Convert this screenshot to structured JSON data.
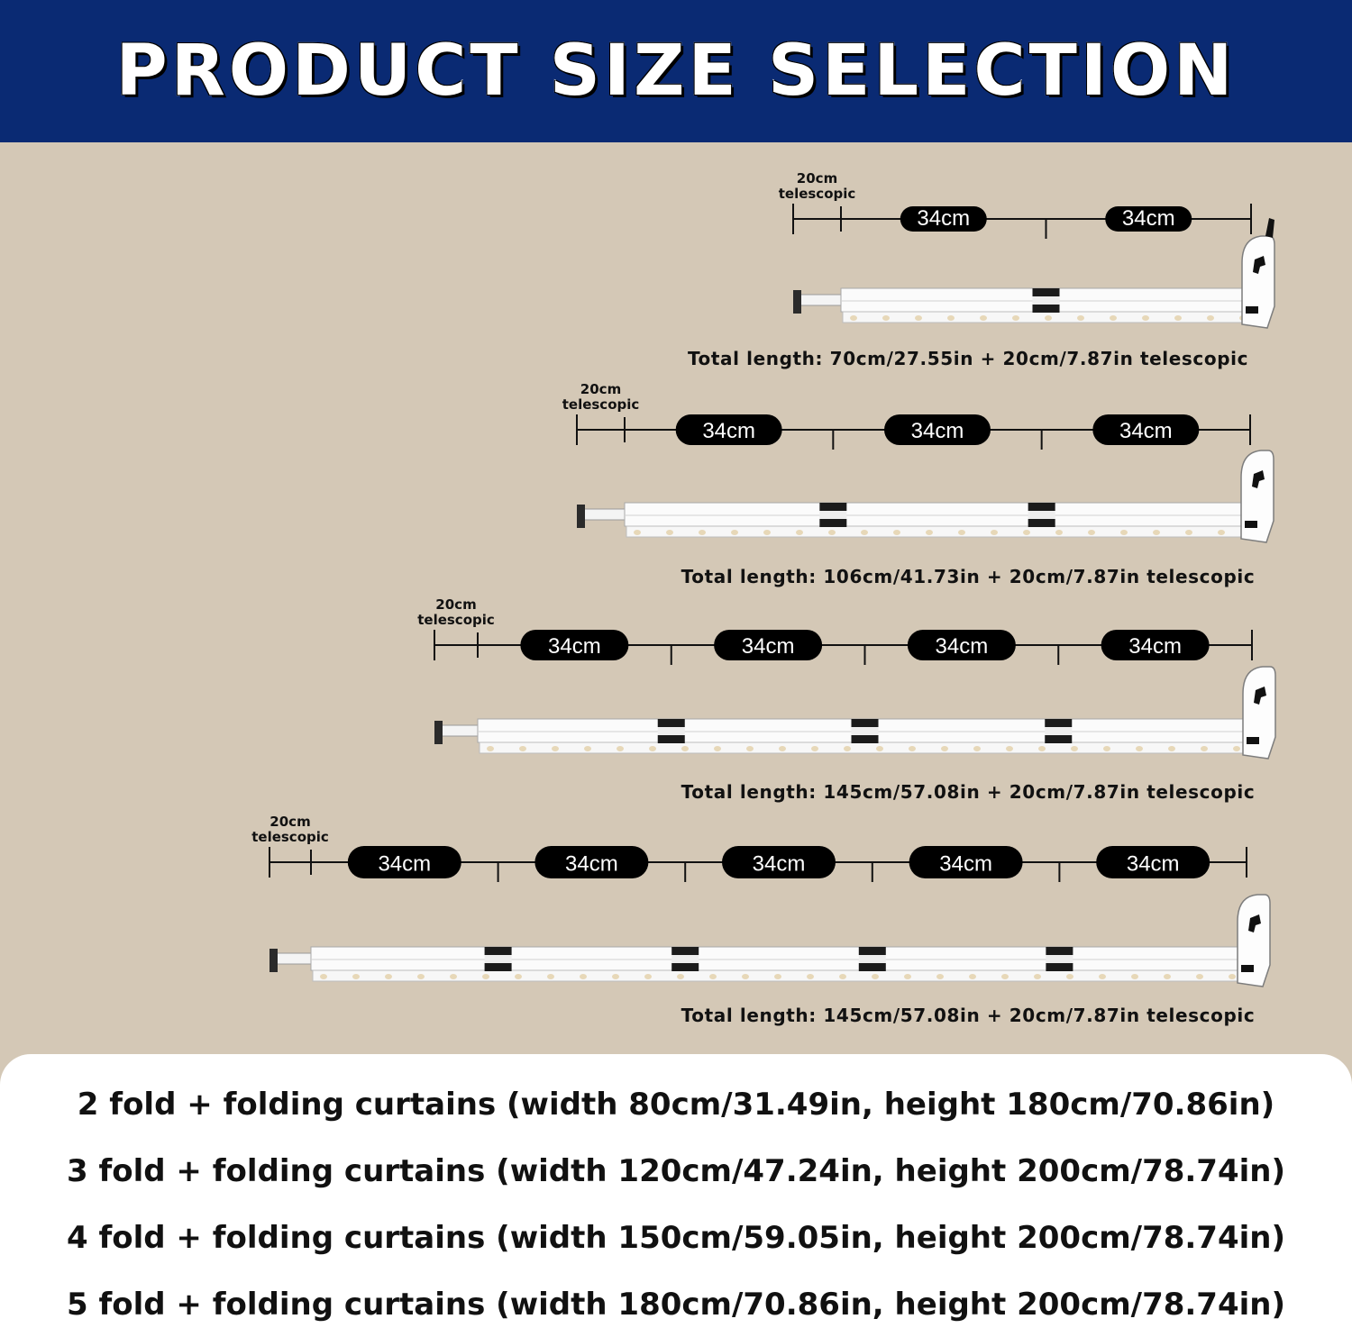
{
  "header": {
    "title": "PRODUCT SIZE SELECTION"
  },
  "colors": {
    "banner": "#0a2a73",
    "background": "#d4c8b6",
    "panel": "#ffffff",
    "pill": "#000000"
  },
  "rods": [
    {
      "telescopic_label": [
        "20cm",
        "telescopic"
      ],
      "segments": [
        "34cm",
        "34cm"
      ],
      "total": "Total length: 70cm/27.55in + 20cm/7.87in telescopic"
    },
    {
      "telescopic_label": [
        "20cm",
        "telescopic"
      ],
      "segments": [
        "34cm",
        "34cm",
        "34cm"
      ],
      "total": "Total length: 106cm/41.73in + 20cm/7.87in telescopic"
    },
    {
      "telescopic_label": [
        "20cm",
        "telescopic"
      ],
      "segments": [
        "34cm",
        "34cm",
        "34cm",
        "34cm"
      ],
      "total": "Total length: 145cm/57.08in + 20cm/7.87in telescopic"
    },
    {
      "telescopic_label": [
        "20cm",
        "telescopic"
      ],
      "segments": [
        "34cm",
        "34cm",
        "34cm",
        "34cm",
        "34cm"
      ],
      "total": "Total length: 145cm/57.08in + 20cm/7.87in telescopic"
    }
  ],
  "options": [
    "2 fold + folding curtains (width 80cm/31.49in, height 180cm/70.86in)",
    "3 fold + folding curtains (width 120cm/47.24in, height 200cm/78.74in)",
    "4 fold + folding curtains (width 150cm/59.05in, height 200cm/78.74in)",
    "5 fold + folding curtains (width 180cm/70.86in, height 200cm/78.74in)"
  ]
}
